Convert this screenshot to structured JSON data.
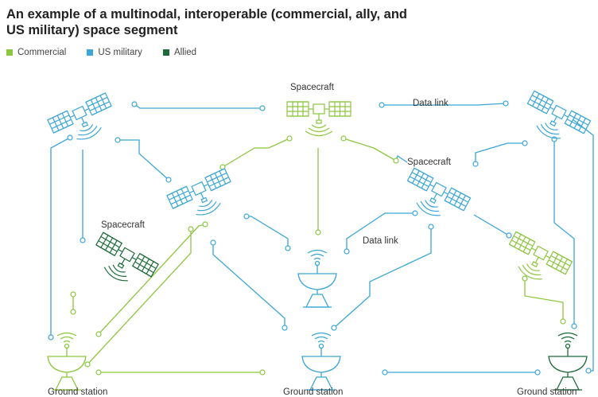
{
  "title_line1": "An example of a multinodal, interoperable (commercial, ally, and",
  "title_line2": "US military) space segment",
  "legend": [
    {
      "label": "Commercial",
      "color": "#8dc63f"
    },
    {
      "label": "US military",
      "color": "#3ba6d8"
    },
    {
      "label": "Allied",
      "color": "#1e6b3a"
    }
  ],
  "labels": {
    "spacecraft": "Spacecraft",
    "data_link": "Data link",
    "ground_station": "Ground station"
  },
  "colors": {
    "commercial": "#8dc63f",
    "us_military": "#3ba6d8",
    "allied": "#1e6b3a"
  }
}
